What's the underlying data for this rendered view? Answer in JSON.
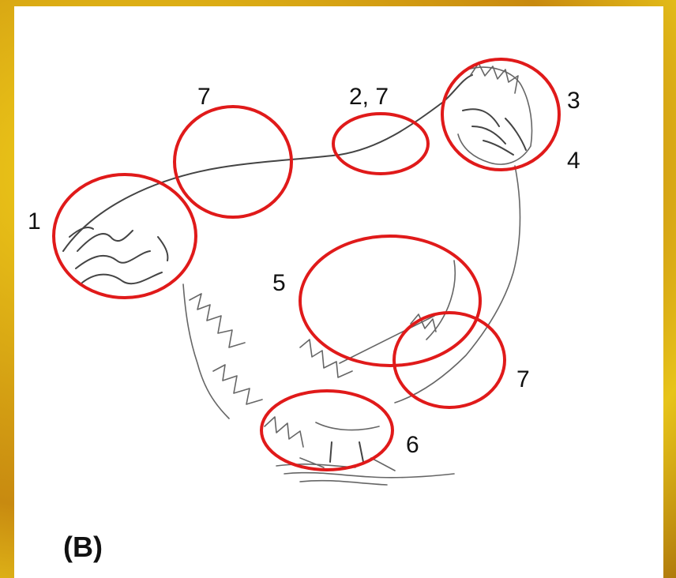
{
  "panel_label": "(B)",
  "colors": {
    "ring": "#e01a1a",
    "frame": "#e0b416",
    "background": "#ffffff"
  },
  "labels": {
    "l1": "1",
    "l7a": "7",
    "l27": "2, 7",
    "l3": "3",
    "l4": "4",
    "l5": "5",
    "l7b": "7",
    "l6": "6"
  }
}
